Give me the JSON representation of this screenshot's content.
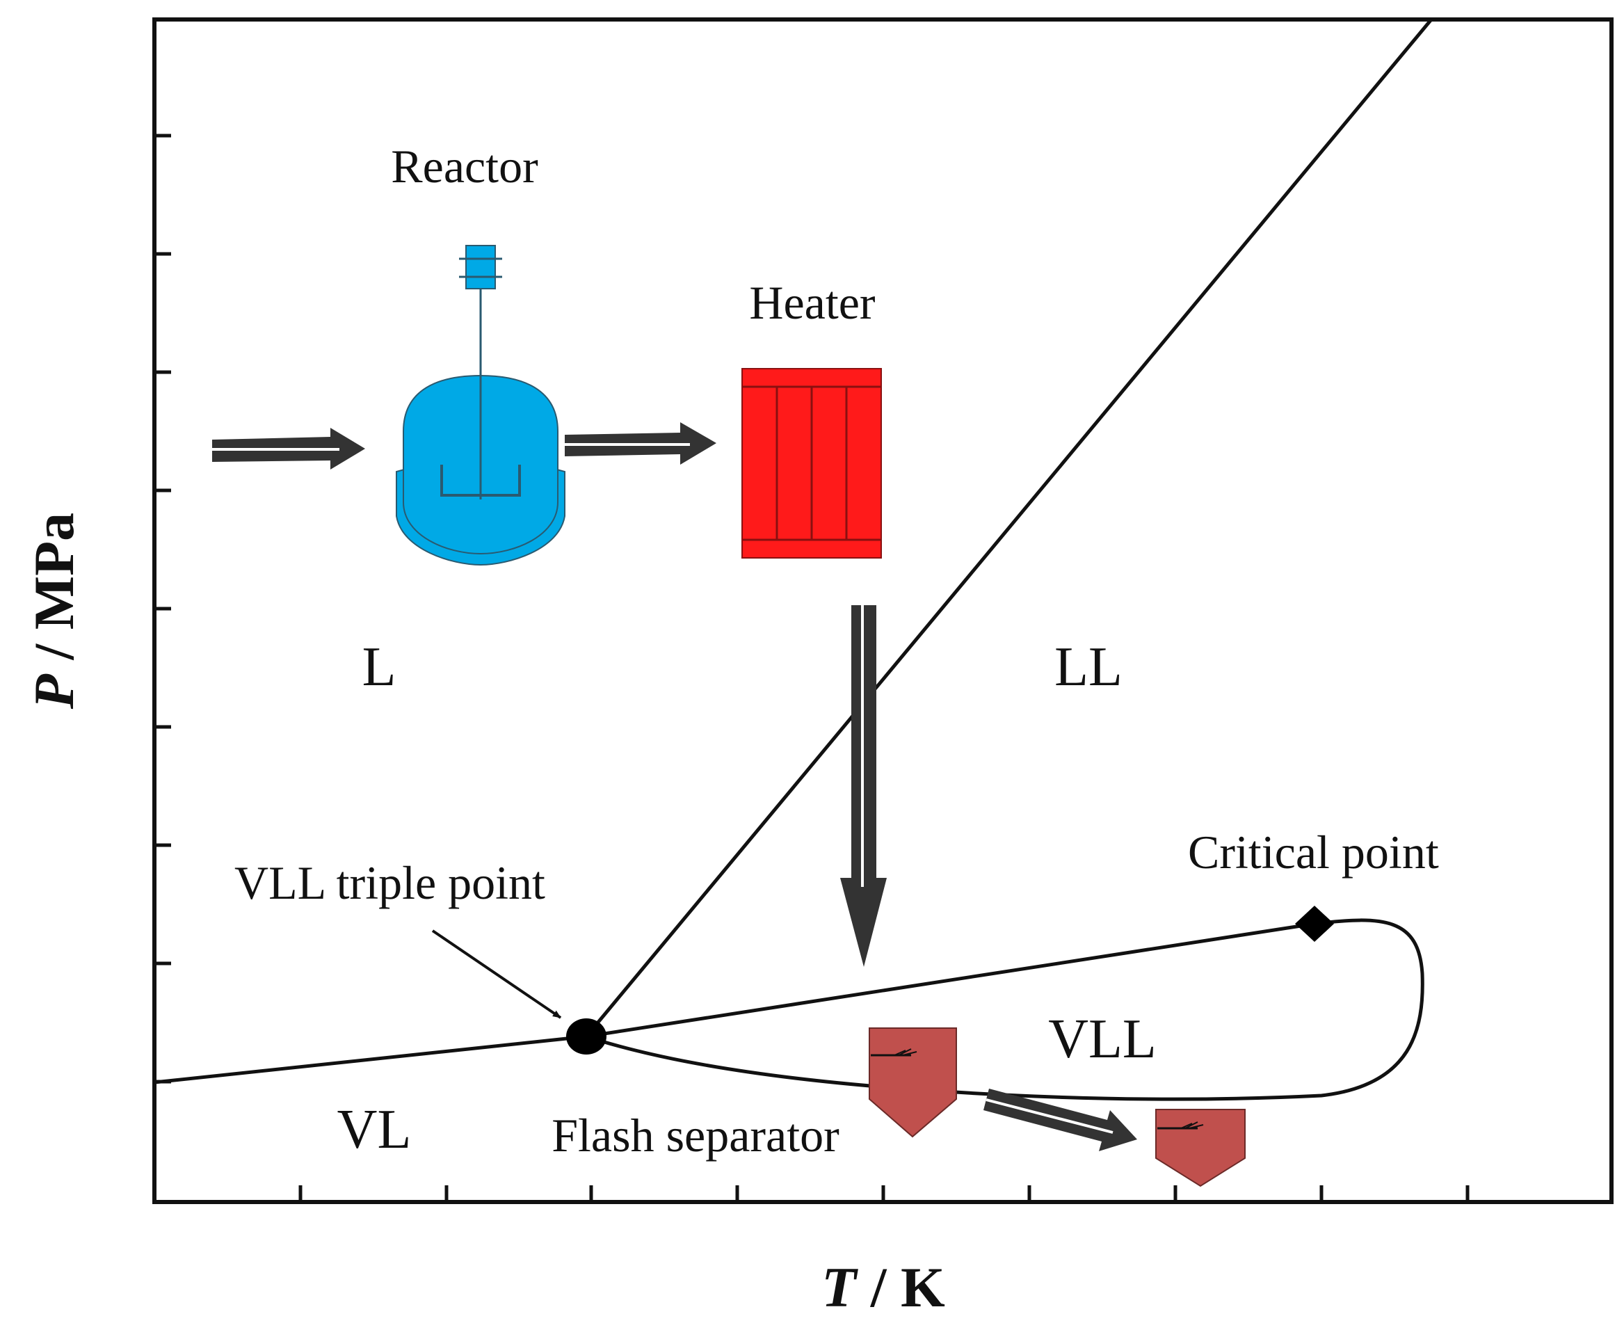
{
  "axes": {
    "x_label_var": "T",
    "x_label_unit": " / K",
    "y_label_var": "P",
    "y_label_unit": " / MPa"
  },
  "regions": {
    "liquid": "L",
    "liquid_liquid": "LL",
    "vapor_liquid_liquid": "VLL",
    "vapor_liquid": "VL"
  },
  "annotations": {
    "triple_point": "VLL triple point",
    "critical_point": "Critical point"
  },
  "equipment": {
    "reactor": "Reactor",
    "heater": "Heater",
    "flash_separator": "Flash separator"
  },
  "colors": {
    "reactor": "#00a9e6",
    "heater": "#ff0000",
    "flash": "#c0504d",
    "lines": "#111111",
    "arrow": "#333333"
  }
}
